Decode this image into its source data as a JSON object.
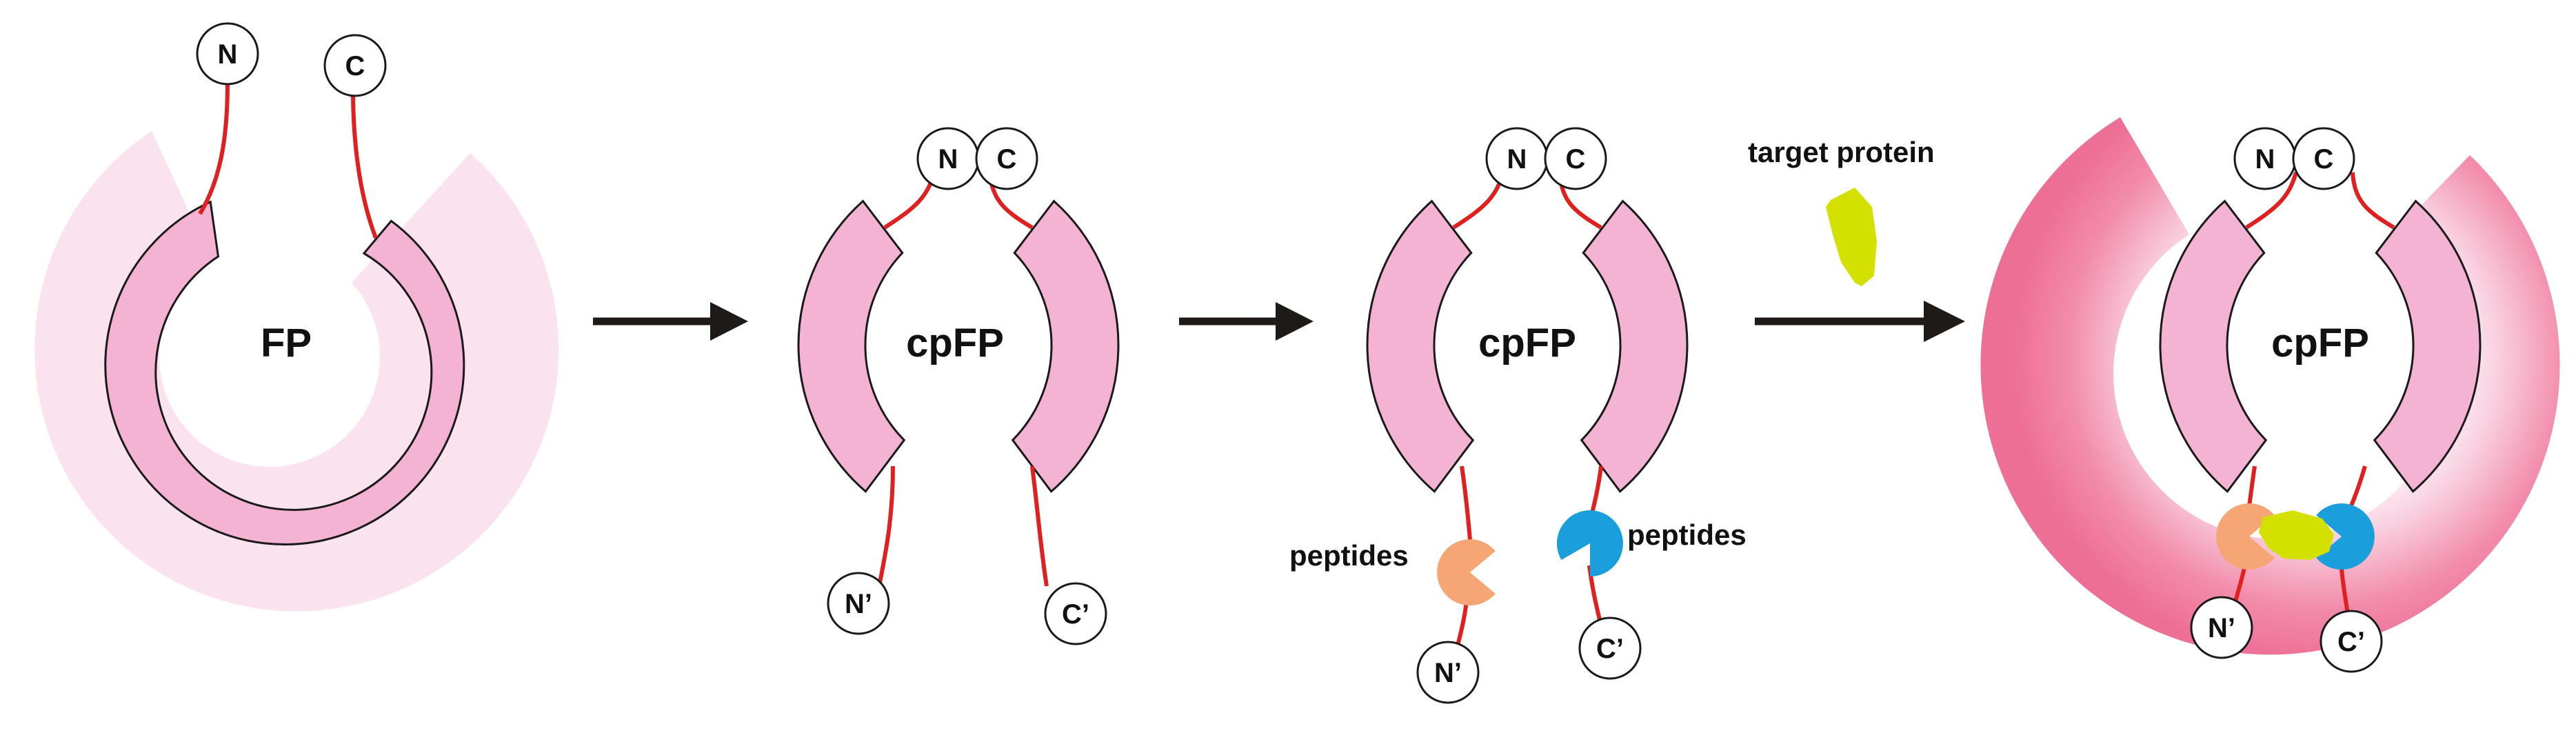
{
  "colors": {
    "barrel_fill": "#f5b3d4",
    "outline": "#1a1a1a",
    "linker": "#e0201f",
    "halo_pale": "#fbe2ef",
    "halo_bright": "#ee7196",
    "arrow": "#1e1a17",
    "peptide_orange": "#f6a575",
    "peptide_blue": "#1b9fdc",
    "target_protein": "#d3e000"
  },
  "panel1": {
    "center_label": "FP",
    "n_terminus": "N",
    "c_terminus": "C"
  },
  "panel2": {
    "center_label": "cpFP",
    "n_terminus": "N",
    "c_terminus": "C",
    "n_prime": "N’",
    "c_prime": "C’"
  },
  "panel3": {
    "center_label": "cpFP",
    "n_terminus": "N",
    "c_terminus": "C",
    "n_prime": "N’",
    "c_prime": "C’",
    "peptides_left": "peptides",
    "peptides_right": "peptides"
  },
  "panel4": {
    "center_label": "cpFP",
    "n_terminus": "N",
    "c_terminus": "C",
    "n_prime": "N’",
    "c_prime": "C’",
    "target_label": "target protein"
  },
  "icons": [
    "right-arrow-icon",
    "target-protein-icon",
    "peptide-pacman-icon"
  ]
}
